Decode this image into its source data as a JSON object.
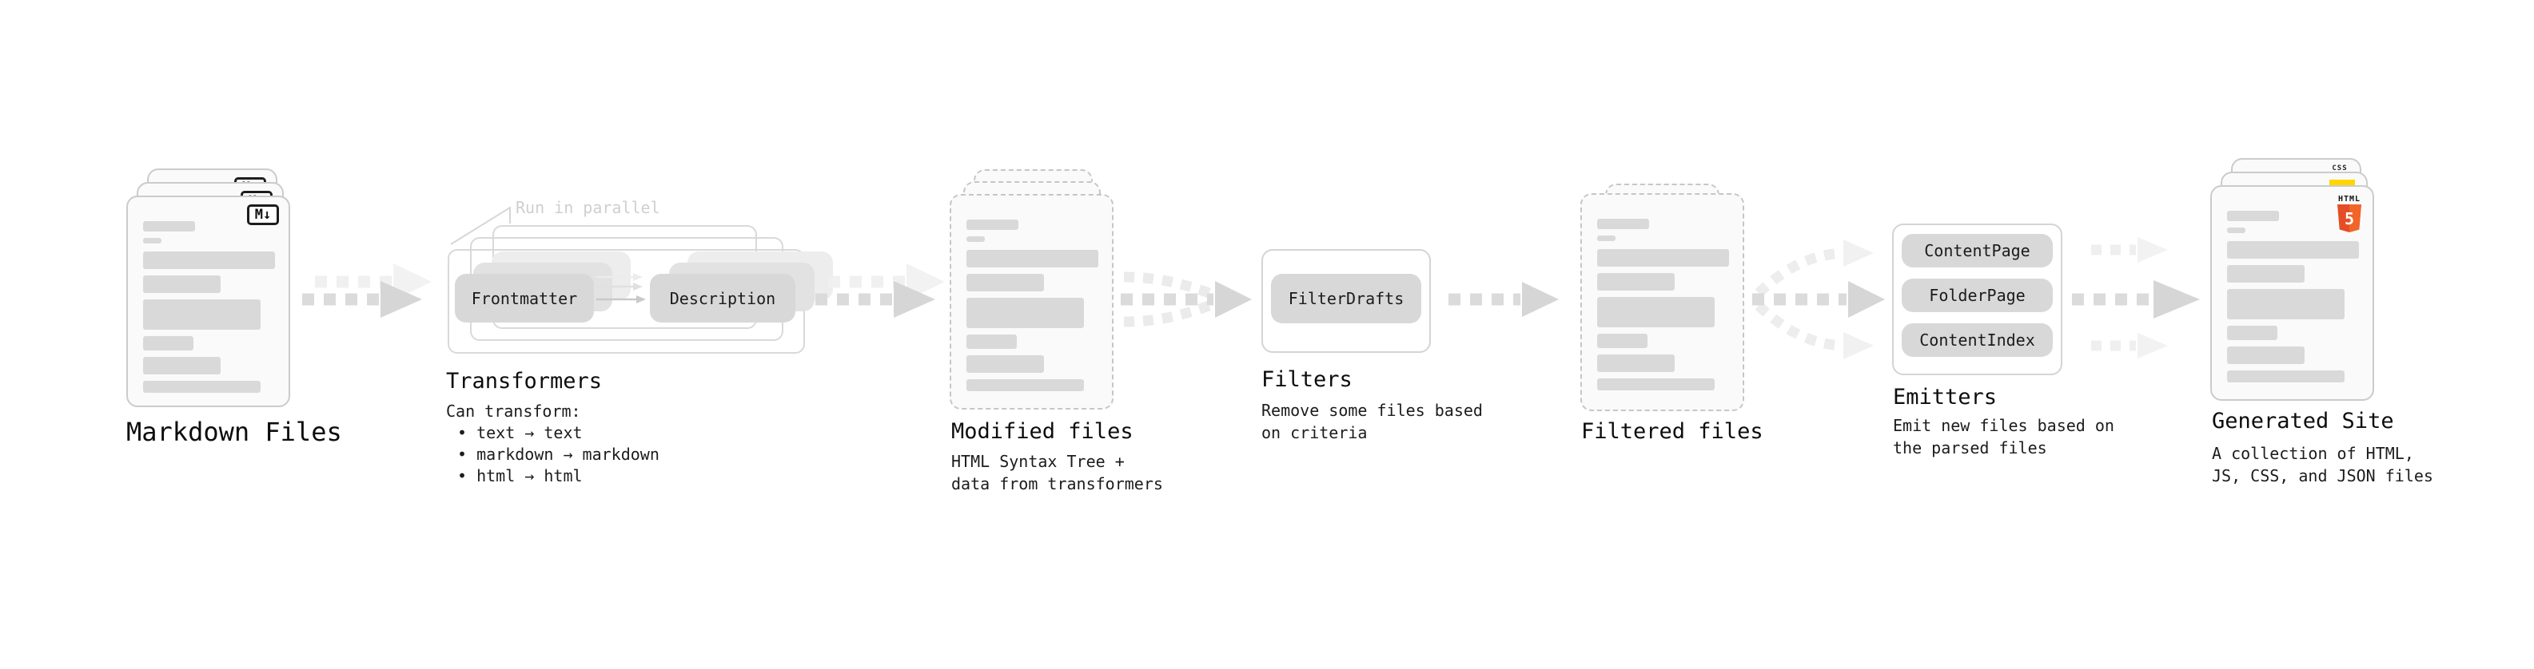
{
  "pipeline": {
    "markdown_files": {
      "label": "Markdown Files",
      "badge": "M↓"
    },
    "transformers": {
      "label": "Transformers",
      "annotation": "Run in parallel",
      "pills": {
        "left": "Frontmatter",
        "right": "Description"
      },
      "desc_title": "Can transform:",
      "bullets": [
        "• text → text",
        "• markdown → markdown",
        "• html → html"
      ]
    },
    "modified_files": {
      "label": "Modified files",
      "desc": "HTML Syntax Tree +\ndata from transformers"
    },
    "filters": {
      "label": "Filters",
      "pill": "FilterDrafts",
      "desc": "Remove some files based\non criteria"
    },
    "filtered_files": {
      "label": "Filtered files"
    },
    "emitters": {
      "label": "Emitters",
      "pills": [
        "ContentPage",
        "FolderPage",
        "ContentIndex"
      ],
      "desc": "Emit new files based on\nthe parsed files"
    },
    "generated_site": {
      "label": "Generated Site",
      "desc": "A collection of HTML,\nJS, CSS, and JSON files",
      "badges": {
        "css": "CSS",
        "html_label": "HTML",
        "html_number": "5"
      }
    }
  },
  "colors": {
    "html5_orange": "#e44d26",
    "css_blue": "#2962ff",
    "js_yellow": "#ffd600",
    "card_border": "#cbcbcb",
    "skeleton_gray": "#d9d9d9",
    "arrow_gray": "#dbdbdb"
  }
}
